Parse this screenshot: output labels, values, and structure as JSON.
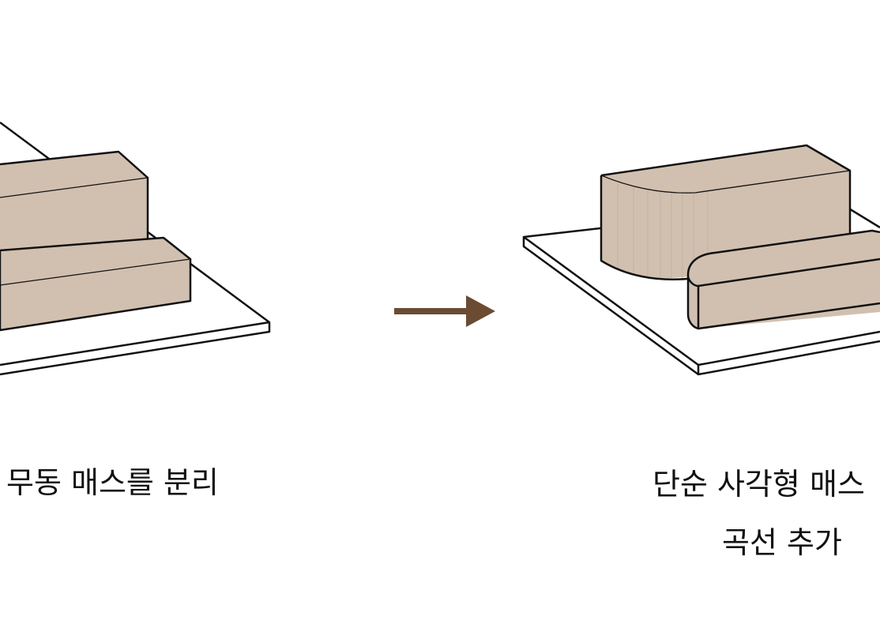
{
  "colors": {
    "mass_fill": "#d1c0b0",
    "base_fill": "#ffffff",
    "outline": "#111111",
    "arrow": "#6b4b32"
  },
  "left_panel": {
    "caption": "무동 매스를 분리"
  },
  "right_panel": {
    "caption_line1": "단순 사각형 매스",
    "caption_line2": "곡선 추가"
  },
  "arrow_icon": "right-arrow-icon"
}
